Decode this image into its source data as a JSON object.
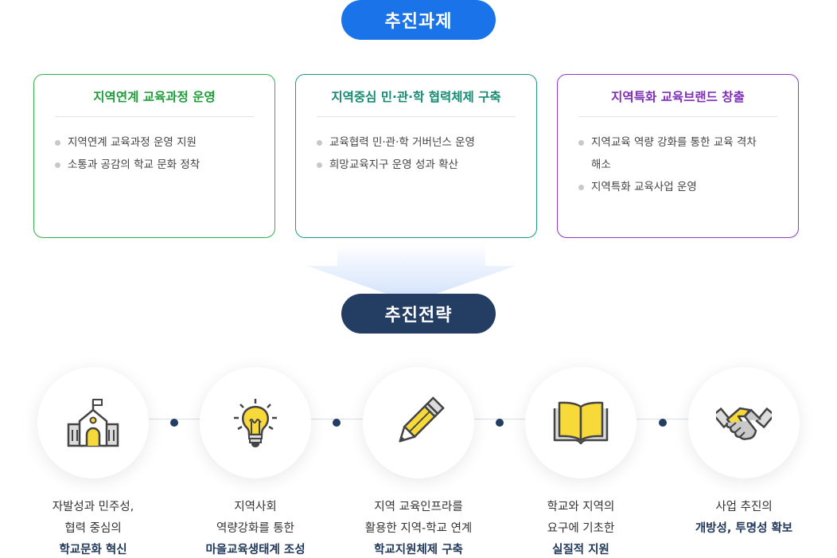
{
  "top_pill": "추진과제",
  "mid_pill": "추진전략",
  "cards": [
    {
      "title": "지역연계 교육과정 운영",
      "items": [
        "지역연계 교육과정 운영 지원",
        "소통과 공감의 학교 문화 정착"
      ]
    },
    {
      "title": "지역중심 민·관·학 협력체제 구축",
      "items": [
        "교육협력 민·관·학 거버넌스 운영",
        "희망교육지구 운영 성과 확산"
      ]
    },
    {
      "title": "지역특화 교육브랜드 창출",
      "items": [
        "지역교육 역량 강화를 통한 교육 격차",
        "해소",
        "지역특화 교육사업 운영"
      ]
    }
  ],
  "strategies": [
    {
      "icon": "school-icon",
      "line1": "자발성과 민주성,",
      "line2": "협력 중심의",
      "strong": "학교문화 혁신"
    },
    {
      "icon": "lightbulb-icon",
      "line1": "지역사회",
      "line2": "역량강화를 통한",
      "strong": "마을교육생태계 조성"
    },
    {
      "icon": "pencil-icon",
      "line1": "지역 교육인프라를",
      "line2": "활용한 지역-학교 연계",
      "strong": "학교지원체제 구축"
    },
    {
      "icon": "book-icon",
      "line1": "학교와 지역의",
      "line2": "요구에 기초한",
      "strong": "실질적 지원"
    },
    {
      "icon": "handshake-icon",
      "line1": "사업 추진의",
      "line2": "",
      "strong": "개방성, 투명성 확보"
    }
  ],
  "colors": {
    "primary_blue": "#1a73e8",
    "navy": "#233d63",
    "green": "#2fb24a",
    "teal": "#1e9b83",
    "purple": "#8c3bc2",
    "icon_yellow": "#f7d93a"
  }
}
